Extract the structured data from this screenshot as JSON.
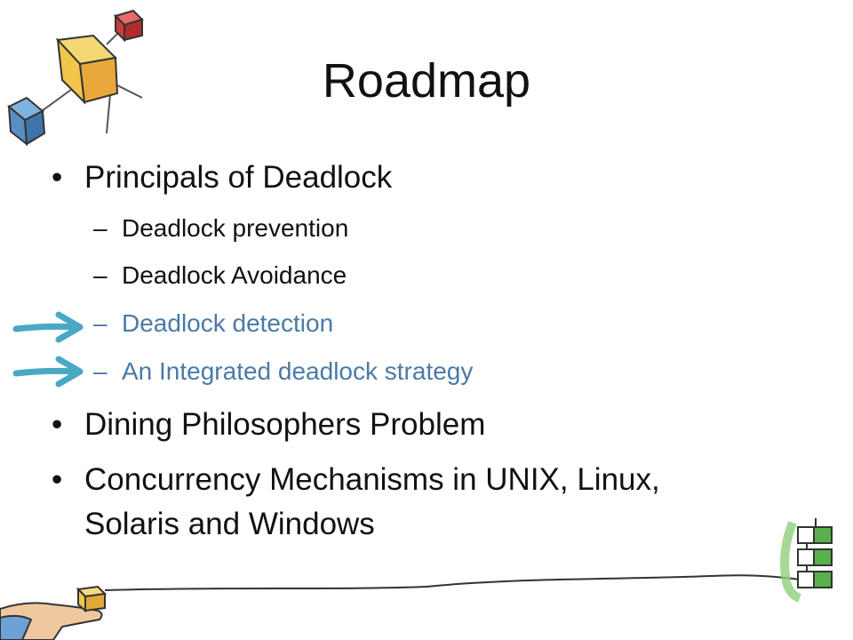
{
  "slide": {
    "title": "Roadmap",
    "bullet_glyph": "•",
    "dash_glyph": "–",
    "items": [
      {
        "text": "Principals of Deadlock"
      },
      {
        "text": "Deadlock prevention"
      },
      {
        "text": "Deadlock Avoidance"
      },
      {
        "text": "Deadlock detection"
      },
      {
        "text": "An Integrated deadlock strategy"
      },
      {
        "text": "Dining Philosophers Problem"
      },
      {
        "text": "Concurrency Mechanisms in UNIX, Linux,"
      },
      {
        "text": "Solaris and Windows"
      }
    ]
  },
  "colors": {
    "text": "#111111",
    "highlight_text": "#4a7aa6",
    "arrow": "#4aa8c4"
  },
  "icons": {
    "top_left": "hand-drawn-cubes-icon",
    "arrow": "right-arrow-icon",
    "bottom_left": "hand-holding-cube-icon",
    "bottom_right": "stacked-boxes-icon"
  }
}
